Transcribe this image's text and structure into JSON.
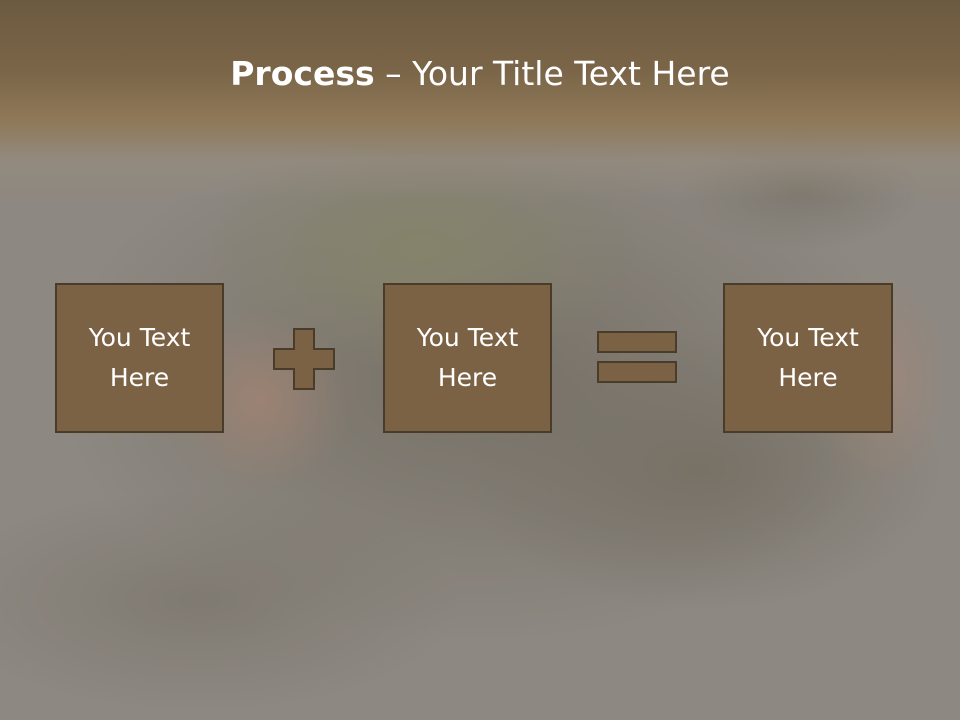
{
  "title": {
    "bold": "Process",
    "rest": " – Your Title Text Here"
  },
  "boxes": [
    {
      "text": "You Text Here"
    },
    {
      "text": "You Text Here"
    },
    {
      "text": "You Text Here"
    }
  ],
  "operators": [
    "plus",
    "equals"
  ],
  "colors": {
    "title_band": "#7b6548",
    "box_fill": "#7c6244",
    "box_border": "#4a3c2b",
    "text": "#ffffff"
  }
}
